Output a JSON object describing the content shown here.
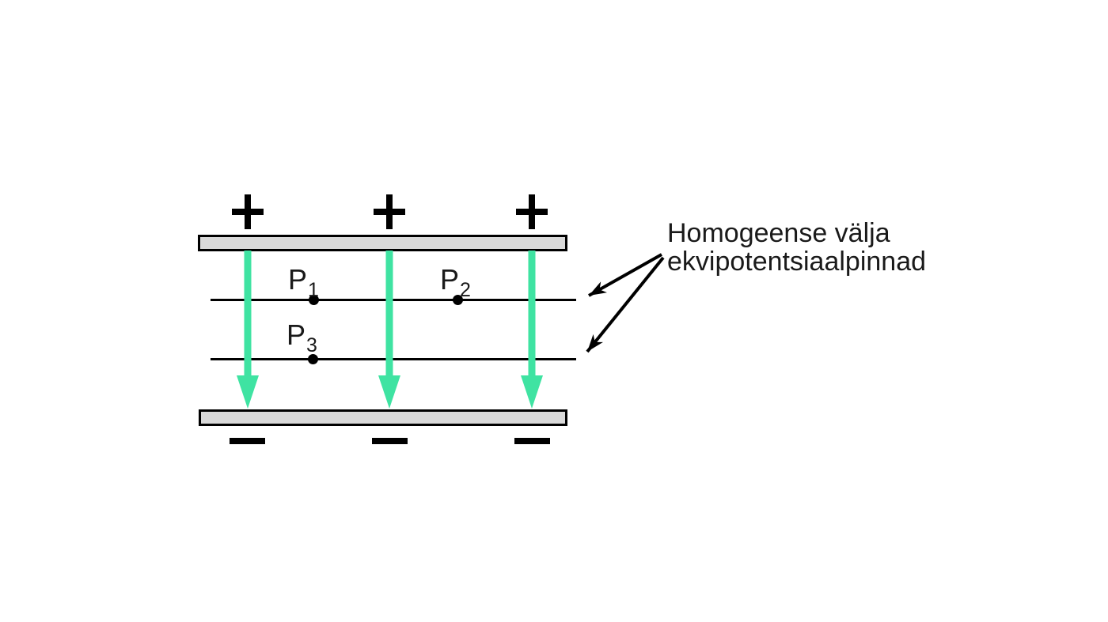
{
  "diagram": {
    "title_annotation": {
      "line1": "Homogeense välja",
      "line2": "ekvipotentsiaalpinnad"
    },
    "points": [
      {
        "base": "P",
        "sub": "1"
      },
      {
        "base": "P",
        "sub": "2"
      },
      {
        "base": "P",
        "sub": "3"
      }
    ],
    "charges": {
      "plus_symbol": "+",
      "minus_symbol": "−",
      "plus_count": 3,
      "minus_count": 3
    },
    "field_arrows": {
      "count": 3,
      "direction": "down"
    },
    "equipotential_lines": {
      "count": 2
    },
    "colors": {
      "field_arrow_green": "#3FE3A2",
      "plate_fill": "#D9D9D9",
      "plate_border": "#000000",
      "line_black": "#000000",
      "text_black": "#1A1A1A",
      "background": "#FFFFFF"
    }
  }
}
